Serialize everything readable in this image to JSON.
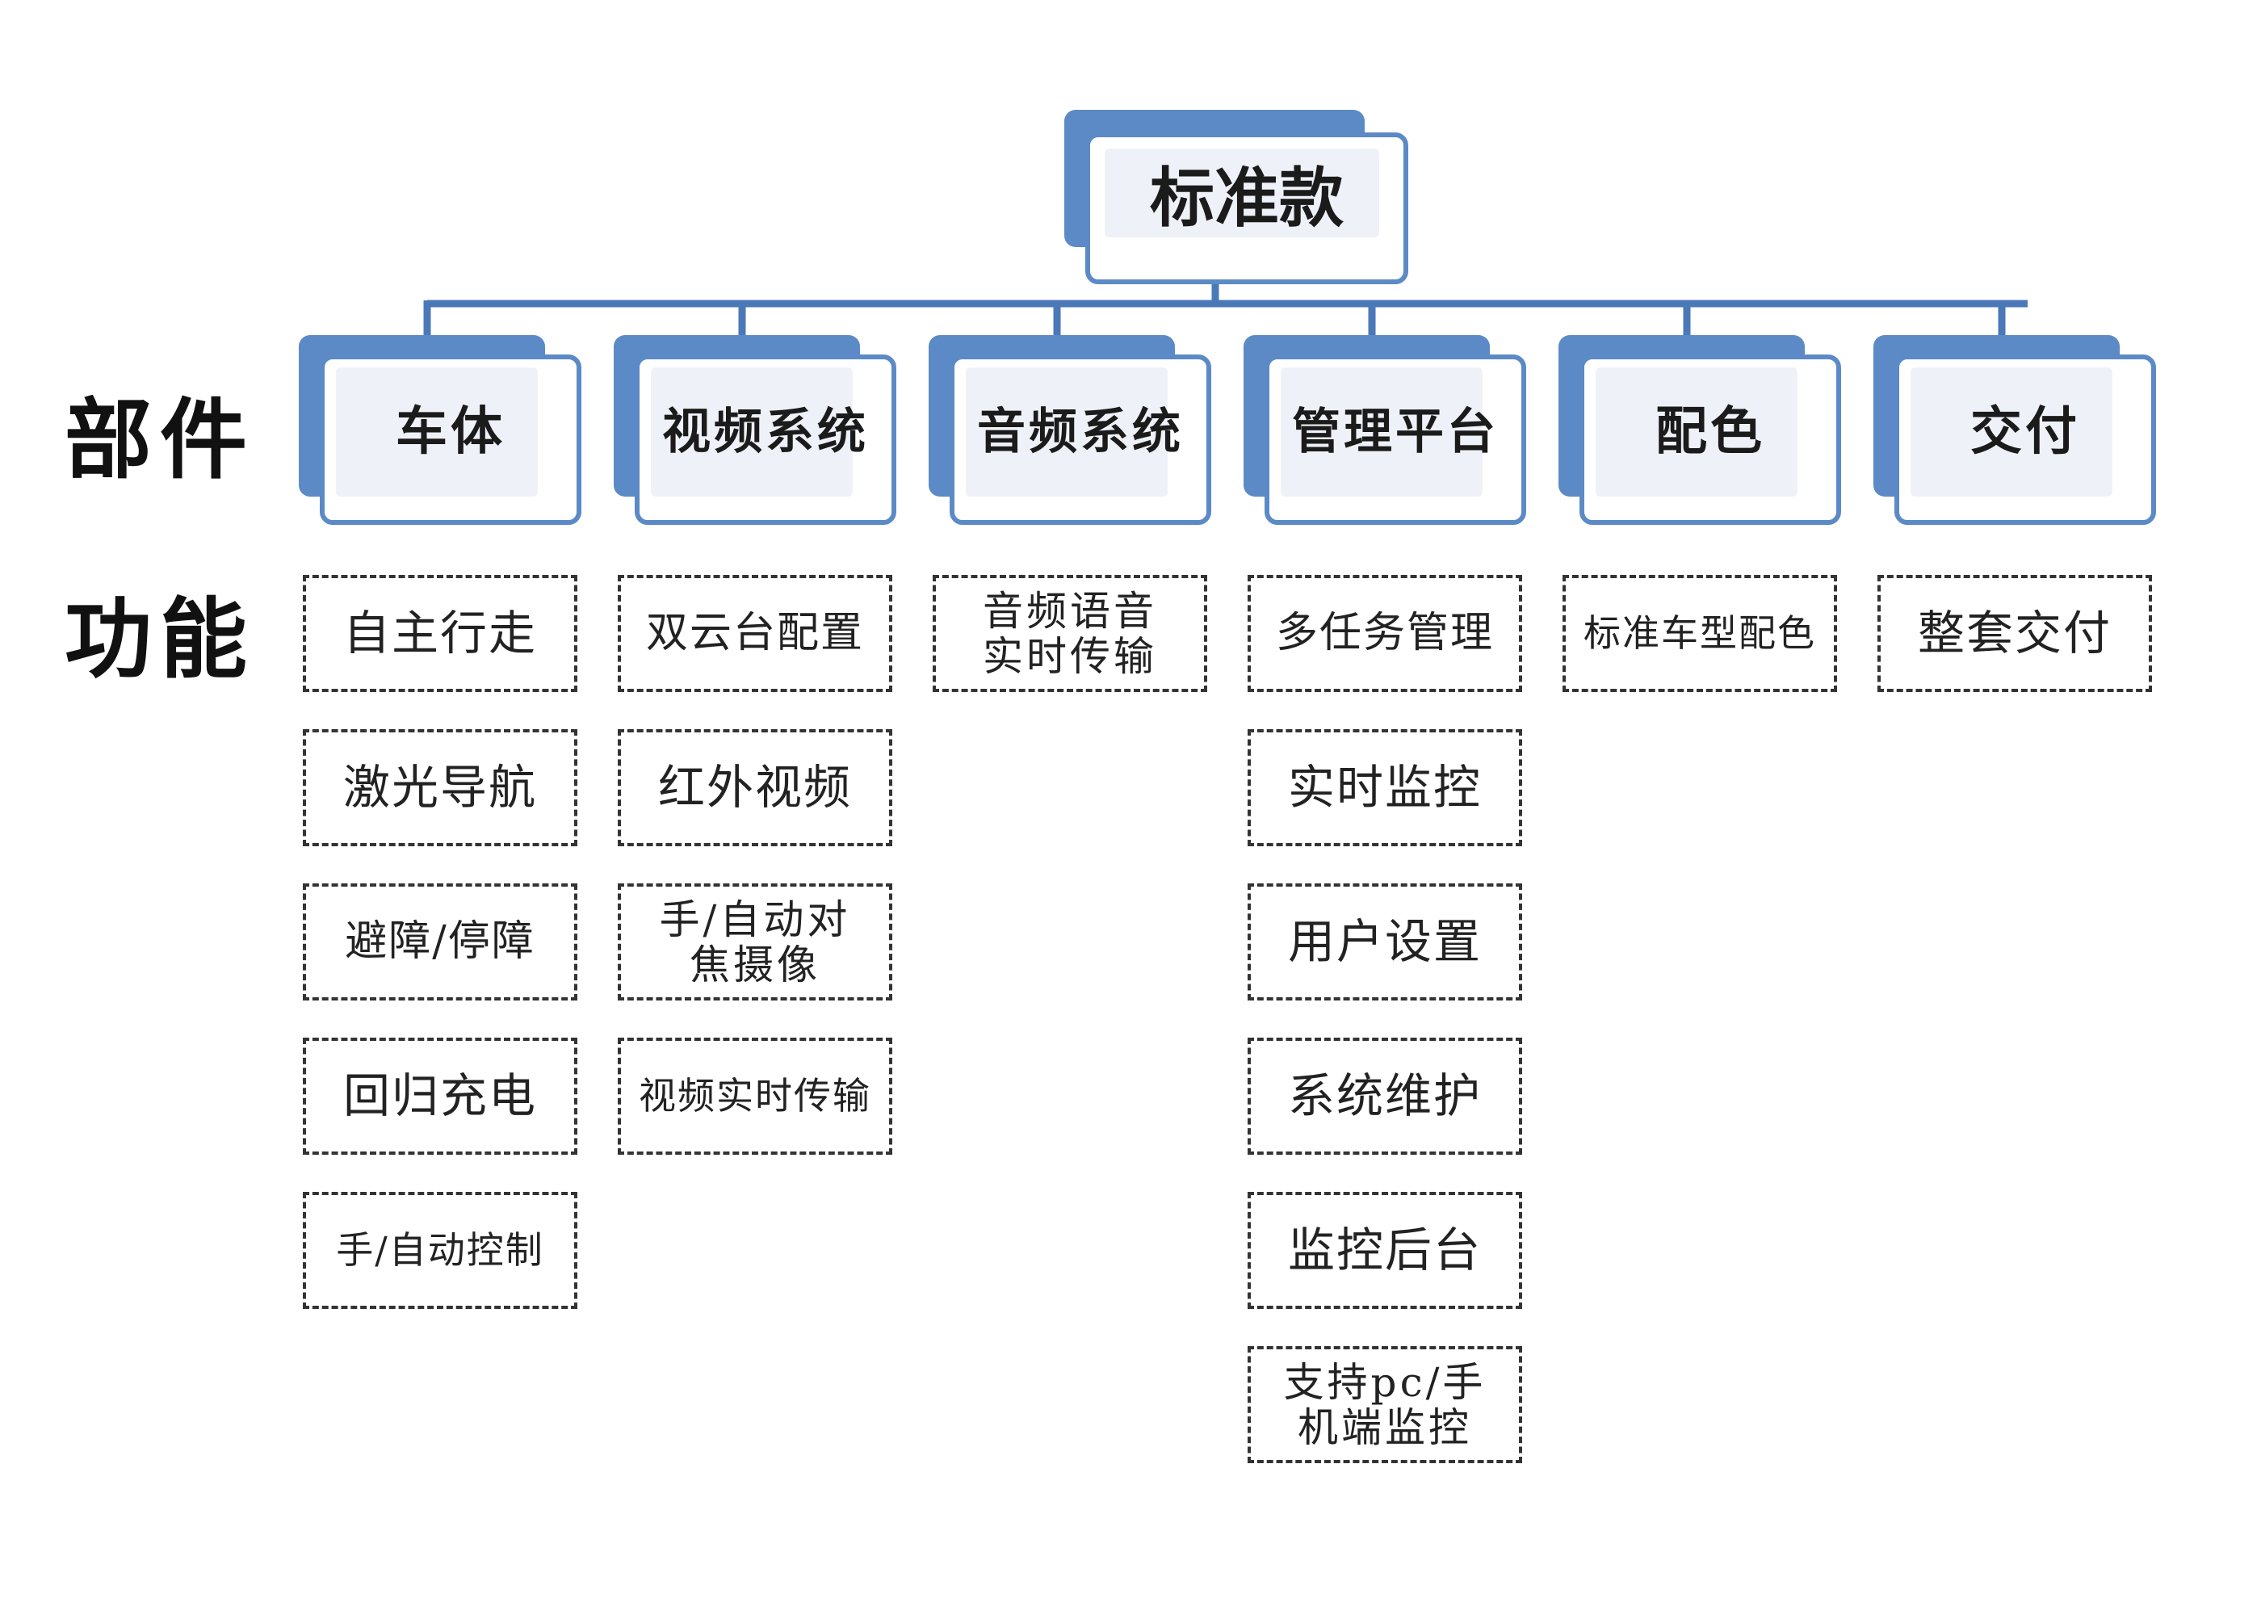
{
  "root": {
    "label": "标准款"
  },
  "row_labels": {
    "parts": "部件",
    "functions": "功能"
  },
  "colors": {
    "card_fill": "#5b8ac6",
    "card_border": "#5b8ac6",
    "line": "#4b79b8",
    "dash_border": "#333333"
  },
  "components": [
    {
      "label": "车体",
      "functions": [
        "自主行走",
        "激光导航",
        "避障/停障",
        "回归充电",
        "手/自动控制"
      ]
    },
    {
      "label": "视频系统",
      "functions": [
        "双云台配置",
        "红外视频",
        "手/自动对\n焦摄像",
        "视频实时传输"
      ]
    },
    {
      "label": "音频系统",
      "functions": [
        "音频语音\n实时传输"
      ]
    },
    {
      "label": "管理平台",
      "functions": [
        "多任务管理",
        "实时监控",
        "用户设置",
        "系统维护",
        "监控后台",
        "支持pc/手\n机端监控"
      ]
    },
    {
      "label": "配色",
      "functions": [
        "标准车型配色"
      ]
    },
    {
      "label": "交付",
      "functions": [
        "整套交付"
      ]
    }
  ]
}
